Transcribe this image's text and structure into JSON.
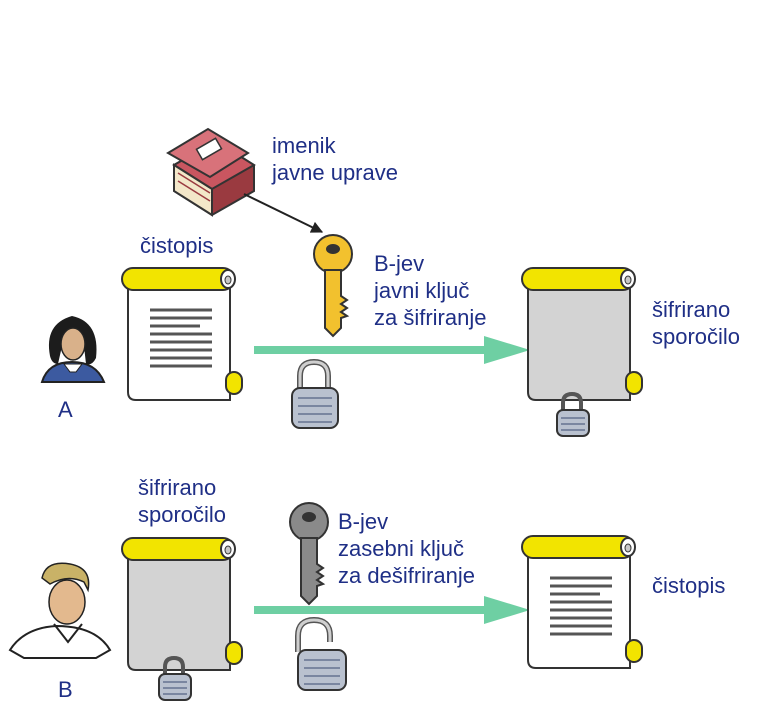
{
  "directory_label": [
    "imenik",
    "javne uprave"
  ],
  "top_row": {
    "plaintext_label": "čistopis",
    "key_label": [
      "B-jev",
      "javni ključ",
      "za šifriranje"
    ],
    "result_label": [
      "šifrirano",
      "sporočilo"
    ],
    "person_label": "A"
  },
  "bottom_row": {
    "ciphertext_label": [
      "šifrirano",
      "sporočilo"
    ],
    "key_label": [
      "B-jev",
      "zasebni ključ",
      "za dešifriranje"
    ],
    "result_label": "čistopis",
    "person_label": "B"
  },
  "colors": {
    "text": "#1f2f86",
    "arrow": "#6ecfa3",
    "scroll_roll": "#f2e400",
    "public_key": "#f2c12e",
    "private_key": "#7a7a7a",
    "directory_book": "#b84a52",
    "encrypted_paper": "#d3d3d3",
    "plain_paper": "#ffffff"
  },
  "icons": [
    "directory-book-icon",
    "public-key-icon",
    "private-key-icon",
    "closed-padlock-icon",
    "open-padlock-icon",
    "scroll-icon",
    "person-a-icon",
    "person-b-icon"
  ]
}
